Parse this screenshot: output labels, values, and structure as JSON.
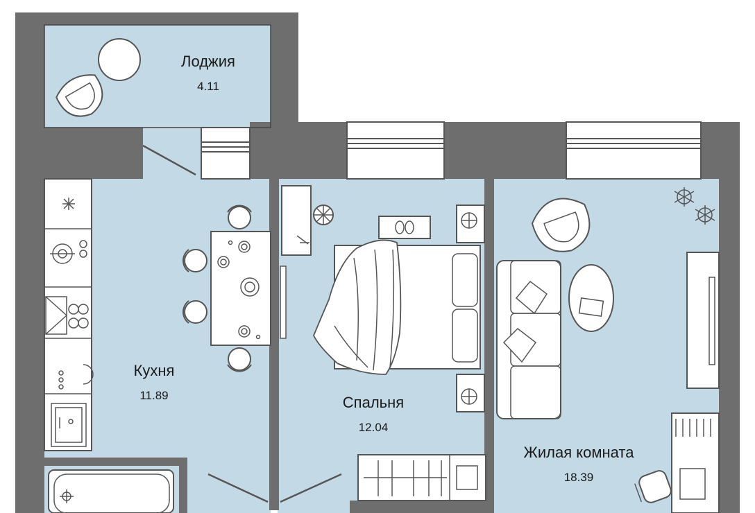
{
  "colors": {
    "wall": "#6e6e6e",
    "floor": "#c3dae6",
    "outline": "#555555",
    "background": "#ffffff"
  },
  "rooms": {
    "loggia": {
      "name": "Лоджия",
      "area": "4.11"
    },
    "kitchen": {
      "name": "Кухня",
      "area": "11.89"
    },
    "bedroom": {
      "name": "Спальня",
      "area": "12.04"
    },
    "living": {
      "name": "Жилая комната",
      "area": "18.39"
    }
  },
  "icons": [
    "armchair-icon",
    "round-table-icon",
    "dining-table-icon",
    "chair-icon",
    "stove-icon",
    "sink-icon",
    "fridge-icon",
    "bathtub-icon",
    "bed-icon",
    "wardrobe-icon",
    "sofa-icon",
    "tv-icon",
    "desk-icon",
    "plant-icon",
    "air-conditioner-icon",
    "slippers-icon",
    "door-icon",
    "window-icon"
  ]
}
